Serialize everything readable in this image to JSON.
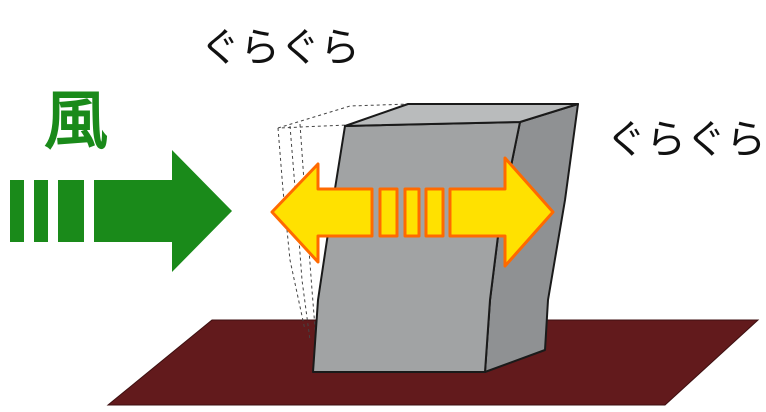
{
  "labels": {
    "wind": "風",
    "sway_top": "ぐらぐら",
    "sway_right": "ぐらぐら"
  },
  "colors": {
    "wind_arrow": "#1a8a1a",
    "ground": "#621a1c",
    "building_front": "#a1a3a4",
    "building_side": "#8f9193",
    "building_top": "#b9bbbc",
    "sway_arrow_fill": "#ffe100",
    "sway_arrow_stroke": "#ff6a00"
  },
  "icons": [
    "wind-arrow-icon",
    "sway-double-arrow-icon"
  ]
}
